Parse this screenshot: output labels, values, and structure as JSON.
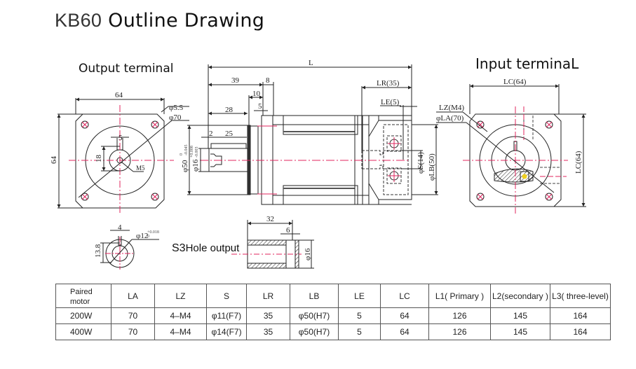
{
  "title": {
    "model": "KB60",
    "text": "Outline Drawing"
  },
  "views": {
    "output_label": "Output terminal",
    "input_label": "Input terminaL",
    "s3_label_prefix": "S3",
    "s3_label_text": "Hole output"
  },
  "colors": {
    "centerline": "#e0245e",
    "outline": "#222222",
    "highlight": "#f0d020"
  },
  "dimensions": {
    "output_view": {
      "width": "64",
      "height": "64",
      "hole_dia": "φ5.5",
      "pcd": "φ70",
      "key_width": "5",
      "key_height": "18",
      "thread": "M5"
    },
    "side_view": {
      "overall": "L",
      "d39": "39",
      "d8": "8",
      "d10": "10",
      "d28": "28",
      "d5": "5",
      "d2": "2",
      "d25": "25",
      "pilot_dia": "φ50",
      "pilot_tol_upper": "0",
      "pilot_tol_lower": "-0.045",
      "shaft_dia": "φ16",
      "shaft_tol_upper": "+0.008",
      "shaft_tol_lower": "-0.003",
      "lr": "LR(35)",
      "le": "LE(5)",
      "s": "φS(14)",
      "lb": "φLB(50)"
    },
    "input_view": {
      "lc_width": "LC(64)",
      "lc_height": "LC(64)",
      "lz": "LZ(M4)",
      "la": "φLA(70)"
    },
    "keyway_view": {
      "key_width": "4",
      "height": "13.8",
      "dia": "φ12",
      "tol_upper": "+0.018",
      "tol_lower": "0"
    },
    "s3_view": {
      "length": "32",
      "depth": "6",
      "dia": "φ16"
    }
  },
  "table": {
    "headers": [
      "Paired motor",
      "LA",
      "LZ",
      "S",
      "LR",
      "LB",
      "LE",
      "LC",
      "L1( Primary    )",
      "L2(secondary )",
      "L3( three-level)"
    ],
    "header_line1": "Paired",
    "header_line2": "motor",
    "rows": [
      [
        "200W",
        "70",
        "4–M4",
        "φ11(F7)",
        "35",
        "φ50(H7)",
        "5",
        "64",
        "126",
        "145",
        "164"
      ],
      [
        "400W",
        "70",
        "4–M4",
        "φ14(F7)",
        "35",
        "φ50(H7)",
        "5",
        "64",
        "126",
        "145",
        "164"
      ]
    ]
  }
}
